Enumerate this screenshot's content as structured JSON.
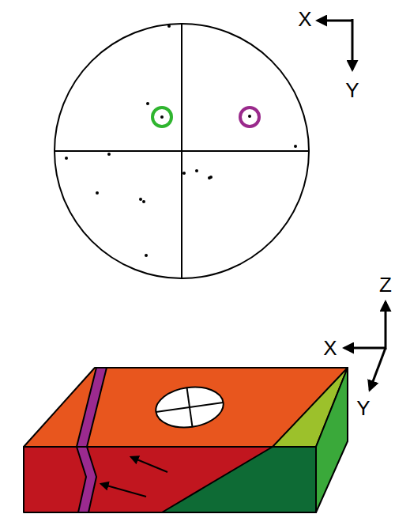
{
  "diagram": {
    "labels": [
      "X",
      "Y",
      "Z",
      "X",
      "Y"
    ]
  }
}
